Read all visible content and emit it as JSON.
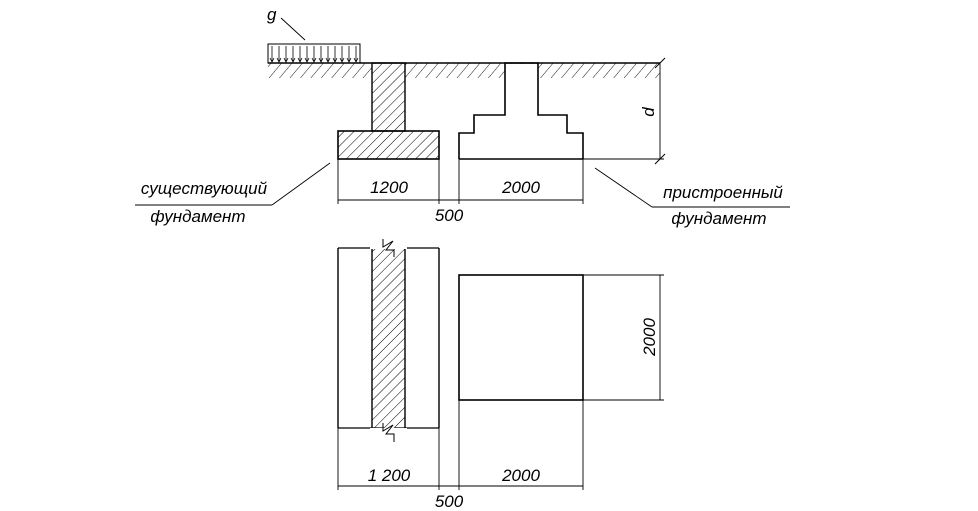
{
  "section": {
    "load_label": "g",
    "depth_label": "d",
    "existing_width_label": "1200",
    "new_width_label": "2000",
    "gap_label": "500",
    "existing_caption": [
      "существующий",
      "фундамент"
    ],
    "new_caption": [
      "пристроенный",
      "фундамент"
    ]
  },
  "plan": {
    "existing_width_label": "1 200",
    "new_width_label": "2000",
    "gap_label": "500",
    "new_length_label": "2000"
  }
}
